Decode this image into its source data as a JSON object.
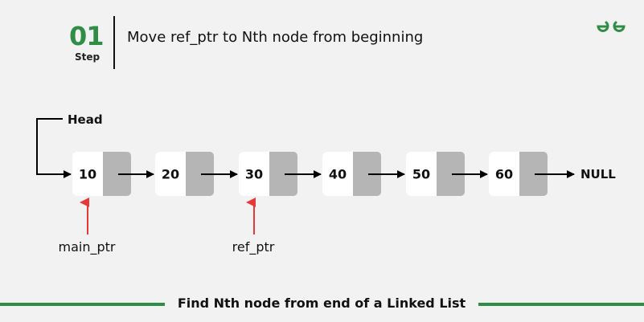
{
  "step": {
    "number": "01",
    "label": "Step",
    "description": "Move ref_ptr to Nth node from beginning"
  },
  "diagram": {
    "head_label": "Head",
    "nodes": [
      "10",
      "20",
      "30",
      "40",
      "50",
      "60"
    ],
    "null_label": "NULL",
    "pointers": [
      {
        "label": "main_ptr",
        "node_index": 0
      },
      {
        "label": "ref_ptr",
        "node_index": 2
      }
    ]
  },
  "footer": {
    "title": "Find Nth node from end of a Linked List"
  },
  "colors": {
    "accent": "#2f8d46",
    "pointer_arrow": "#e53935",
    "node_data": "#ffffff",
    "node_next": "#b5b5b5",
    "background": "#f2f2f2"
  },
  "logo": {
    "icon": "gfg-logo-icon"
  }
}
